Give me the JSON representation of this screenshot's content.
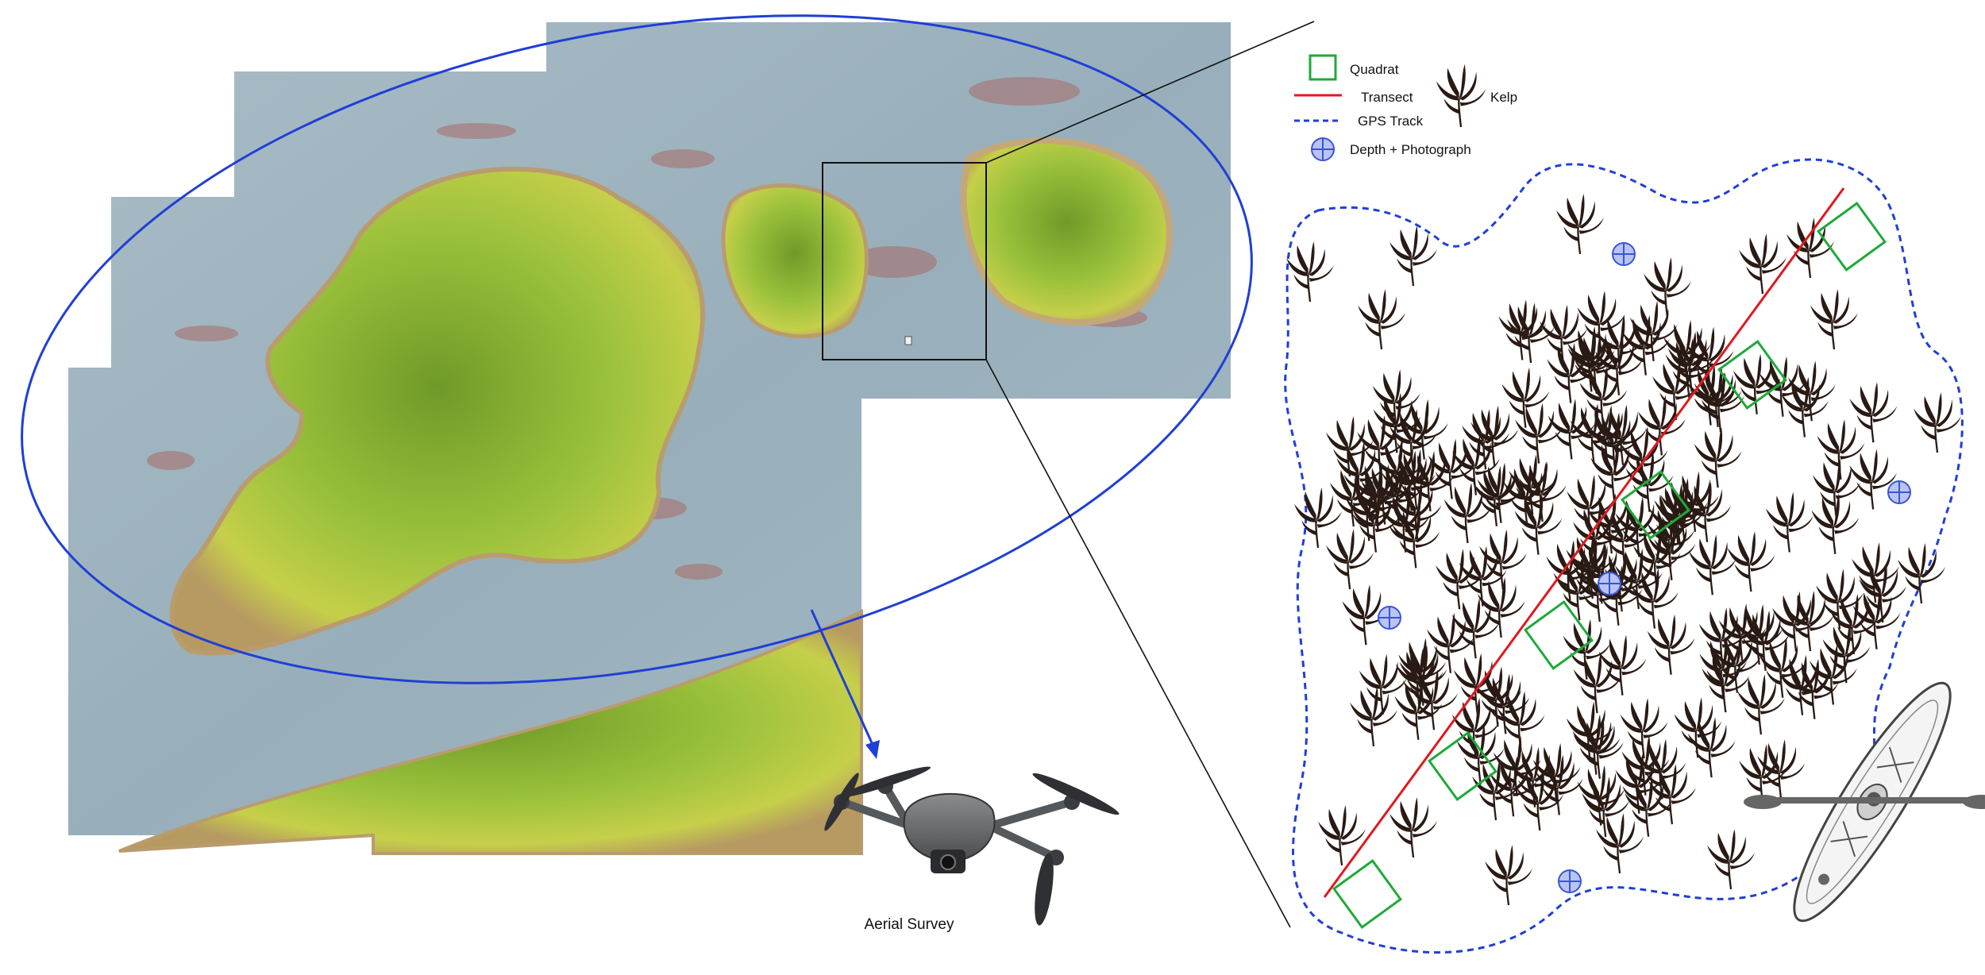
{
  "legend": {
    "quadrat": "Quadrat",
    "transect": "Transect",
    "gps_track": "GPS Track",
    "kelp": "Kelp",
    "depth_photo": "Depth + Photograph"
  },
  "caption": {
    "aerial": "Aerial Survey"
  },
  "colors": {
    "ellipse": "#1f3fd6",
    "quadrat": "#1faa3a",
    "transect": "#e0191f",
    "gps_track": "#1f3fd6",
    "depth_marker": "#3a55d8",
    "water": "#9db3bf",
    "forest": "#8fb83a",
    "kelp": "#2a1a14"
  },
  "icons": {
    "drone": "drone-icon",
    "kayak": "kayak-icon",
    "kelp": "kelp-icon",
    "depth": "crosshair-circle-icon",
    "quadrat": "square-icon"
  }
}
